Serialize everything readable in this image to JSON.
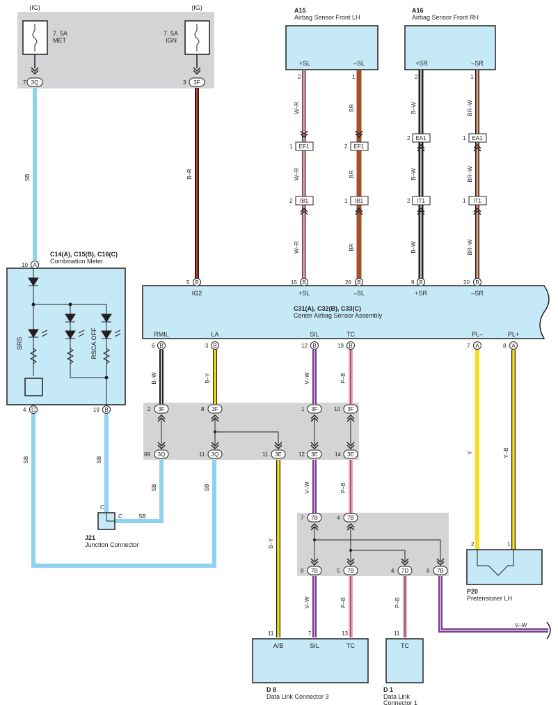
{
  "fuses": {
    "met": {
      "ig": "(IG)",
      "amp": "7. 5A",
      "name": "MET",
      "pin": "7",
      "conn": "3Q"
    },
    "ign": {
      "ig": "(IG)",
      "amp": "7. 5A",
      "name": "IGN",
      "pin": "3",
      "conn": "3F"
    }
  },
  "a15": {
    "id": "A15",
    "name": "Airbag Sensor Front LH",
    "pin1": "+SL",
    "pin2": "–SL",
    "n1": "2",
    "n2": "1"
  },
  "a16": {
    "id": "A16",
    "name": "Airbag Sensor Front RH",
    "pin1": "+SR",
    "pin2": "–SR",
    "n1": "2",
    "n2": "1"
  },
  "meter": {
    "id": "C14(A), C15(B), C16(C)",
    "name": "Combination Meter",
    "srs": "SRS",
    "rsca": "RSCA OFF",
    "pin_top": "10",
    "conn_top": "A",
    "pin_bl": "4",
    "conn_bl": "C",
    "pin_br": "19",
    "conn_br": "B"
  },
  "center": {
    "id": "C31(A), C32(B), C33(C)",
    "name": "Center Airbag Sensor Assembly",
    "top_pins": [
      {
        "num": "5",
        "conn": "B",
        "label": "IG2"
      },
      {
        "num": "15",
        "conn": "B",
        "label": "+SL"
      },
      {
        "num": "26",
        "conn": "B",
        "label": "–SL"
      },
      {
        "num": "9",
        "conn": "B",
        "label": "+SR"
      },
      {
        "num": "20",
        "conn": "B",
        "label": "–SR"
      }
    ],
    "bottom_pins": [
      {
        "num": "6",
        "conn": "B",
        "label": "RMIL"
      },
      {
        "num": "3",
        "conn": "B",
        "label": "LA"
      },
      {
        "num": "12",
        "conn": "B",
        "label": "SIL"
      },
      {
        "num": "19",
        "conn": "B",
        "label": "TC"
      },
      {
        "num": "7",
        "conn": "A",
        "label": "PL–"
      },
      {
        "num": "8",
        "conn": "A",
        "label": "PL+"
      }
    ]
  },
  "inline": {
    "ef1": "EF1",
    "ea1": "EA1",
    "ib1": "IB1",
    "it1": "IT1",
    "ef1_pins": [
      "1",
      "2"
    ],
    "ea1_pins": [
      "2",
      "1"
    ],
    "ib1_pins": [
      "2",
      "1"
    ],
    "it1_pins": [
      "2",
      "1"
    ]
  },
  "wires": {
    "sb": "SB",
    "br": "B–R",
    "wr": "W–R",
    "brown": "BR",
    "bw": "B–W",
    "brw": "BR–W",
    "by": "B–Y",
    "vw": "V–W",
    "pb": "P–B",
    "y": "Y",
    "yb": "Y–B"
  },
  "junction_mid": {
    "top": [
      {
        "n": "2",
        "c": "3F"
      },
      {
        "n": "8",
        "c": "3F"
      },
      {
        "n": "1",
        "c": "3F"
      },
      {
        "n": "10",
        "c": "3F"
      }
    ],
    "bottom": [
      {
        "n": "69",
        "c": "3Q"
      },
      {
        "n": "11",
        "c": "3Q"
      },
      {
        "n": "11",
        "c": "3E"
      },
      {
        "n": "12",
        "c": "3E"
      },
      {
        "n": "14",
        "c": "3E"
      }
    ]
  },
  "junction_low": {
    "top": [
      {
        "n": "7",
        "c": "7B"
      },
      {
        "n": "4",
        "c": "7B"
      }
    ],
    "bottom": [
      {
        "n": "8",
        "c": "7B"
      },
      {
        "n": "5",
        "c": "7B"
      },
      {
        "n": "4",
        "c": "7D"
      },
      {
        "n": "6",
        "c": "7B"
      }
    ]
  },
  "j21": {
    "id": "J21",
    "name": "Junction Connector",
    "c1": "C",
    "c2": "C"
  },
  "p20": {
    "id": "P20",
    "name": "Pretensioner LH",
    "n1": "2",
    "n2": "1"
  },
  "d8": {
    "id": "D 8",
    "name": "Data Link Connector 3",
    "pins": [
      {
        "n": "11",
        "l": "A/B"
      },
      {
        "n": "7",
        "l": "SIL"
      },
      {
        "n": "13",
        "l": "TC"
      }
    ]
  },
  "d1": {
    "id": "D 1",
    "name1": "Data Link",
    "name2": "Connector 1",
    "pin": "11",
    "label": "TC"
  },
  "colors": {
    "sb": "#8dd3ef",
    "comp": "#c6e9f7",
    "gray": "#d4d4d6",
    "brown": "#a0522d",
    "yellow": "#f7e01b",
    "violet": "#7a3a8f",
    "pink": "#f4a6c2",
    "red": "#d93a3a"
  }
}
